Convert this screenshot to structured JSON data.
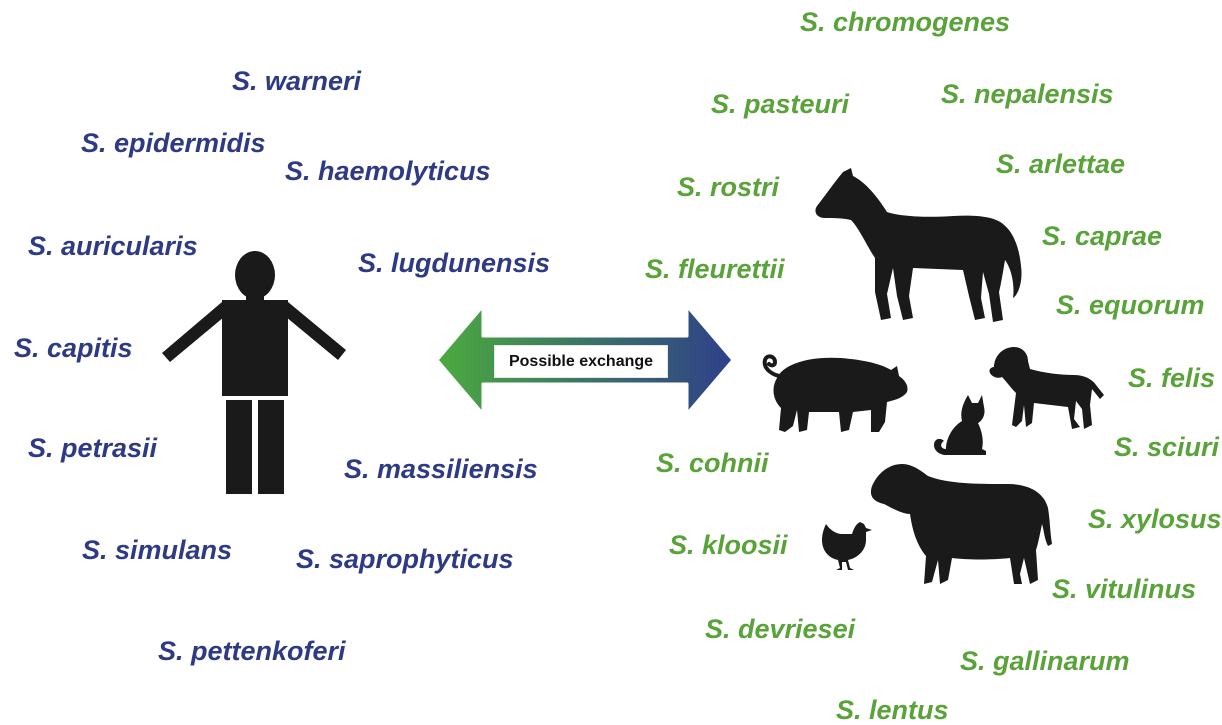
{
  "colors": {
    "human_species": "#2e3a84",
    "animal_species": "#5aa23a",
    "arrow_gradient_start": "#4cab3d",
    "arrow_gradient_end": "#2f3f8b",
    "silhouette": "#1a1a1a"
  },
  "exchange_label": "Possible exchange",
  "human_species": [
    "S. warneri",
    "S. epidermidis",
    "S. haemolyticus",
    "S. auricularis",
    "S. lugdunensis",
    "S. capitis",
    "S. petrasii",
    "S. massiliensis",
    "S. simulans",
    "S. saprophyticus",
    "S. pettenkoferi"
  ],
  "animal_species": [
    "S. chromogenes",
    "S. pasteuri",
    "S. nepalensis",
    "S. rostri",
    "S. arlettae",
    "S. caprae",
    "S. fleurettii",
    "S. equorum",
    "S. felis",
    "S. sciuri",
    "S. cohnii",
    "S. xylosus",
    "S. kloosii",
    "S. vitulinus",
    "S. devriesei",
    "S. gallinarum",
    "S. lentus"
  ],
  "icons": [
    "human-icon",
    "horse-icon",
    "pig-icon",
    "dog-icon",
    "cat-icon",
    "cow-icon",
    "chicken-icon",
    "double-arrow-icon"
  ]
}
